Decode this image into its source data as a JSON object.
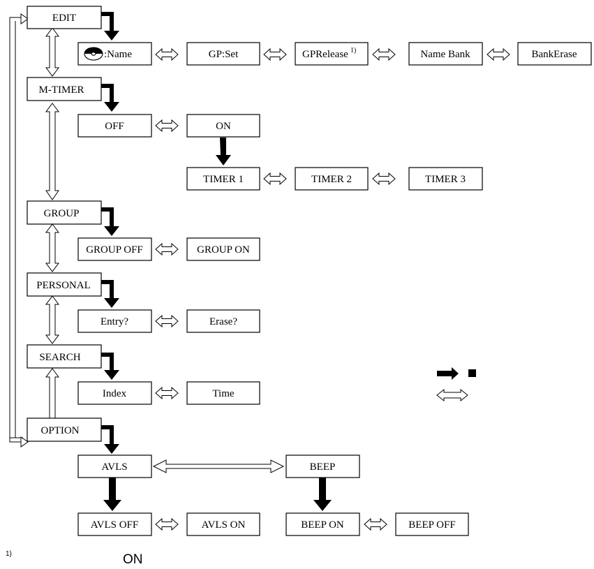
{
  "menu": {
    "edit": "EDIT",
    "mtimer": "M-TIMER",
    "group": "GROUP",
    "personal": "PERSONAL",
    "search": "SEARCH",
    "option": "OPTION"
  },
  "edit_items": {
    "name": ":Name",
    "name_icon": "disc-icon",
    "gp_set": "GP:Set",
    "gp_release": "GPRelease",
    "gp_release_note": "1)",
    "name_bank": "Name Bank",
    "bank_erase": "BankErase"
  },
  "mtimer_items": {
    "off": "OFF",
    "on": "ON",
    "timer1": "TIMER 1",
    "timer2": "TIMER 2",
    "timer3": "TIMER 3"
  },
  "group_items": {
    "off": "GROUP OFF",
    "on": "GROUP ON"
  },
  "personal_items": {
    "entry": "Entry?",
    "erase": "Erase?"
  },
  "search_items": {
    "index": "Index",
    "time": "Time"
  },
  "option_items": {
    "avls": "AVLS",
    "beep": "BEEP",
    "avls_off": "AVLS OFF",
    "avls_on": "AVLS ON",
    "beep_on": "BEEP ON",
    "beep_off": "BEEP OFF"
  },
  "legend": {
    "enter_icon": "right-arrow-icon",
    "stop_icon": "stop-square-icon",
    "select_icon": "double-arrow-icon"
  },
  "footnote": {
    "marker": "1)",
    "text": "ON"
  },
  "colors": {
    "line": "#000000",
    "background": "#ffffff"
  }
}
